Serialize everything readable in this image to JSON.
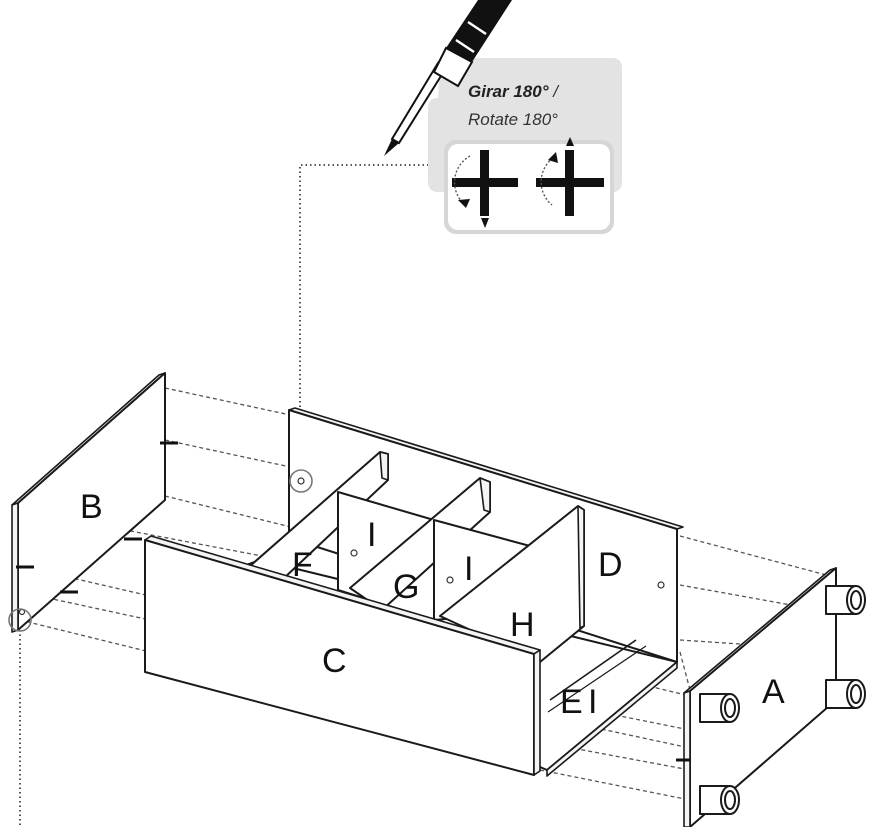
{
  "callout": {
    "rotate_es": "Girar 180°",
    "rotate_sep": " /",
    "rotate_en": "Rotate 180°"
  },
  "parts": {
    "a": "A",
    "b": "B",
    "c": "C",
    "d": "D",
    "e": "E",
    "f": "F",
    "g": "G",
    "h": "H",
    "i1": "I",
    "i2": "I",
    "i3": "I"
  },
  "icons": {
    "tool": "screwdriver-icon",
    "rotate_ccw": "rotate-ccw-cross-icon",
    "rotate_cw": "rotate-cw-cross-icon"
  }
}
